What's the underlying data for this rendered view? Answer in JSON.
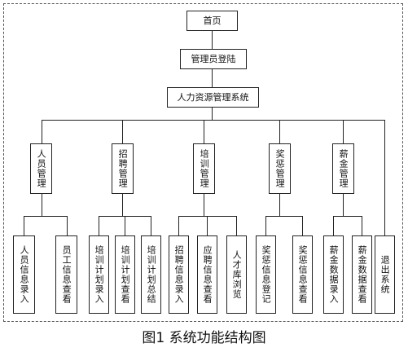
{
  "diagram": {
    "root": "首页",
    "login": "管理员登陆",
    "system": "人力资源管理系统",
    "modules": [
      {
        "id": "m1",
        "label": "人员管理",
        "children": [
          {
            "id": "m1c1",
            "label": "人员信息录入"
          },
          {
            "id": "m1c2",
            "label": "员工信息查看"
          }
        ]
      },
      {
        "id": "m2",
        "label": "招聘管理",
        "children": [
          {
            "id": "m2c1",
            "label": "培训计划录入"
          },
          {
            "id": "m2c2",
            "label": "培训计划查看"
          },
          {
            "id": "m2c3",
            "label": "培训计划总结"
          }
        ]
      },
      {
        "id": "m3",
        "label": "培训管理",
        "children": [
          {
            "id": "m3c1",
            "label": "招聘信息录入"
          },
          {
            "id": "m3c2",
            "label": "应聘信息查看"
          },
          {
            "id": "m3c3",
            "label": "人才库浏览"
          }
        ]
      },
      {
        "id": "m4",
        "label": "奖惩管理",
        "children": [
          {
            "id": "m4c1",
            "label": "奖惩信息登记"
          },
          {
            "id": "m4c2",
            "label": "奖惩信息查看"
          }
        ]
      },
      {
        "id": "m5",
        "label": "薪金管理",
        "children": [
          {
            "id": "m5c1",
            "label": "薪金数据录入"
          },
          {
            "id": "m5c2",
            "label": "薪金数据查看"
          }
        ]
      },
      {
        "id": "m6",
        "label": "退出系统",
        "children": []
      }
    ]
  },
  "caption": "图1  系统功能结构图"
}
